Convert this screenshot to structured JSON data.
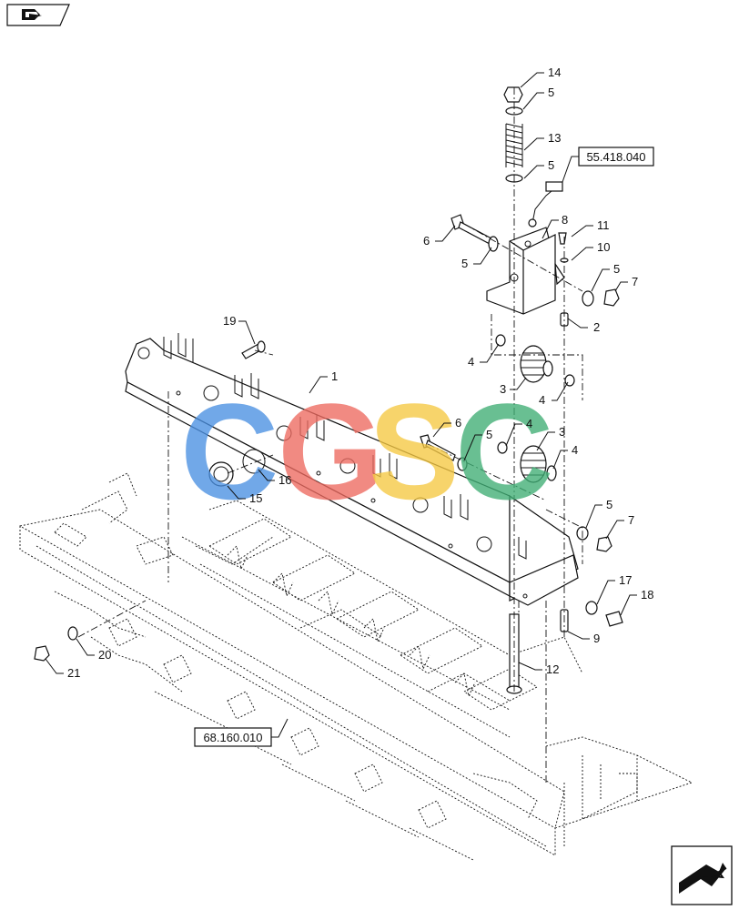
{
  "callouts": [
    {
      "label": "14"
    },
    {
      "label": "5"
    },
    {
      "label": "13"
    },
    {
      "label": "5"
    },
    {
      "label": "8"
    },
    {
      "label": "11"
    },
    {
      "label": "10"
    },
    {
      "label": "6"
    },
    {
      "label": "5"
    },
    {
      "label": "5"
    },
    {
      "label": "7"
    },
    {
      "label": "2"
    },
    {
      "label": "4"
    },
    {
      "label": "3"
    },
    {
      "label": "4"
    },
    {
      "label": "19"
    },
    {
      "label": "1"
    },
    {
      "label": "6"
    },
    {
      "label": "5"
    },
    {
      "label": "4"
    },
    {
      "label": "3"
    },
    {
      "label": "4"
    },
    {
      "label": "16"
    },
    {
      "label": "15"
    },
    {
      "label": "5"
    },
    {
      "label": "7"
    },
    {
      "label": "17"
    },
    {
      "label": "18"
    },
    {
      "label": "9"
    },
    {
      "label": "12"
    },
    {
      "label": "20"
    },
    {
      "label": "21"
    }
  ],
  "refs": {
    "top_ref": "55.418.040",
    "bottom_ref": "68.160.010"
  },
  "watermark": {
    "letters": [
      {
        "char": "C",
        "color": "#4a90e2"
      },
      {
        "char": "G",
        "color": "#ee6a60"
      },
      {
        "char": "S",
        "color": "#f5c842"
      },
      {
        "char": "C",
        "color": "#3fae74"
      }
    ]
  },
  "icons": {
    "top_left": "page-back-icon",
    "bottom_right": "next-page-arrow-icon"
  }
}
